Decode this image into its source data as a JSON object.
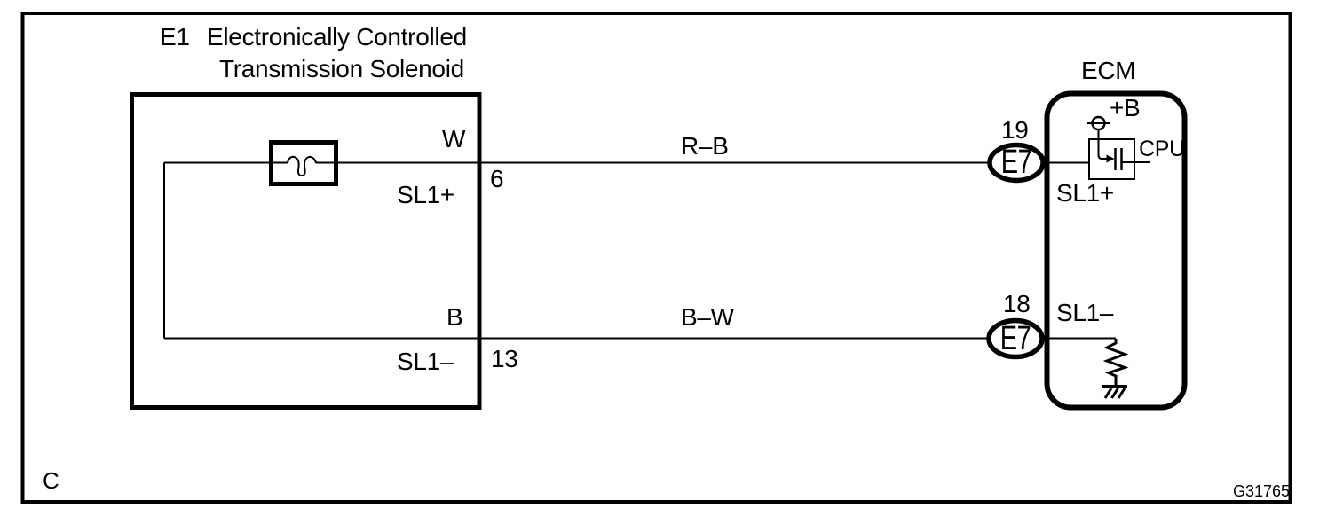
{
  "figure": {
    "corner_label": "C",
    "drawing_number": "G31765"
  },
  "solenoid": {
    "code": "E1",
    "name_line1": "Electronically Controlled",
    "name_line2": "Transmission Solenoid",
    "pin_top": {
      "signal": "W",
      "number": "6",
      "terminal": "SL1+"
    },
    "pin_bottom": {
      "signal": "B",
      "number": "13",
      "terminal": "SL1–"
    }
  },
  "wires": {
    "top_label": "R–B",
    "bottom_label": "B–W"
  },
  "ecm": {
    "title": "ECM",
    "power_label": "+B",
    "cpu_label": "CPU",
    "pin_top": {
      "number": "19",
      "connector": "E7",
      "terminal": "SL1+"
    },
    "pin_bottom": {
      "number": "18",
      "connector": "E7",
      "terminal": "SL1–"
    }
  },
  "symbols": {
    "coil": "solenoid-coil-icon",
    "resistor": "resistor-icon",
    "ground": "ground-icon",
    "transistor": "driver-transistor-icon",
    "power_terminal": "power-terminal-icon"
  },
  "colors": {
    "line": "#000000",
    "background": "#ffffff"
  }
}
